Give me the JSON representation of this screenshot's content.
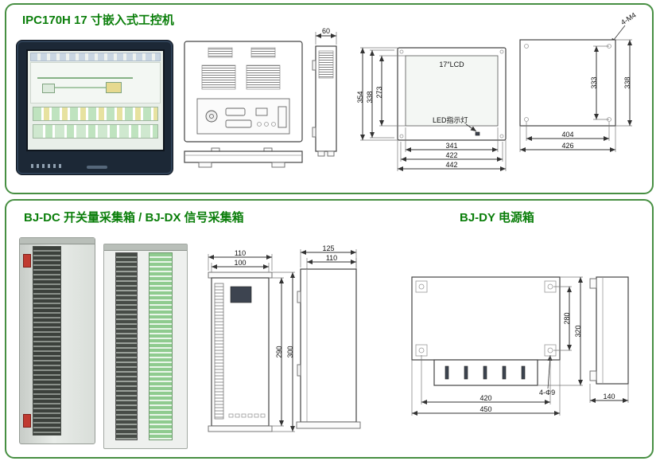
{
  "ipc": {
    "title": "IPC170H  17 寸嵌入式工控机",
    "side_view": {
      "depth": "60"
    },
    "front_view": {
      "lcd": "17″LCD",
      "led": "LED指示灯",
      "h_outer": "354",
      "h_mid": "338",
      "h_inner": "273",
      "w_inner": "341",
      "w_mid": "422",
      "w_outer": "442"
    },
    "cutout_view": {
      "screws": "4-M4",
      "h_holes": "333",
      "h_outer": "338",
      "w_holes": "404",
      "w_outer": "426"
    }
  },
  "boxes": {
    "title_collector": "BJ-DC 开关量采集箱 / BJ-DX 信号采集箱",
    "title_power": "BJ-DY 电源箱",
    "collector_front": {
      "w_outer": "110",
      "w_inner": "100",
      "h_inner": "290",
      "h_outer": "300"
    },
    "collector_side": {
      "w_outer": "125",
      "w_inner": "110"
    },
    "power_front": {
      "h_holes": "280",
      "h_outer": "320",
      "holes": "4-Φ9",
      "w_holes": "420",
      "w_outer": "450"
    },
    "power_side": {
      "depth": "140"
    }
  }
}
